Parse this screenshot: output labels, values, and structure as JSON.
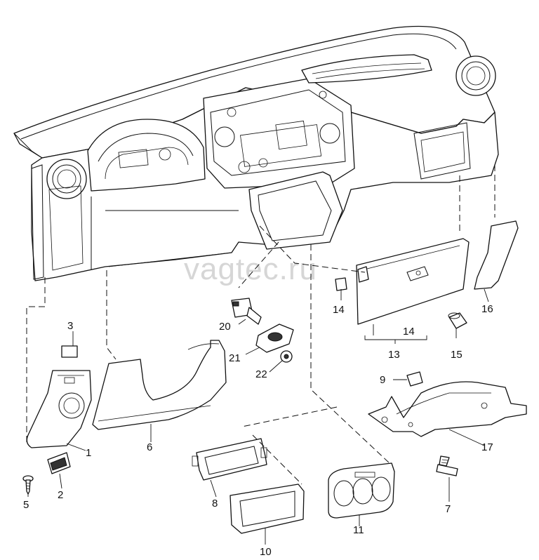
{
  "watermark": "vagtec.ru",
  "callouts": {
    "p1": "1",
    "p2": "2",
    "p3": "3",
    "p5": "5",
    "p6": "6",
    "p7": "7",
    "p8": "8",
    "p9": "9",
    "p10": "10",
    "p11": "11",
    "p13": "13",
    "p14a": "14",
    "p14b": "14",
    "p15": "15",
    "p16": "16",
    "p17": "17",
    "p20": "20",
    "p21": "21",
    "p22": "22"
  }
}
